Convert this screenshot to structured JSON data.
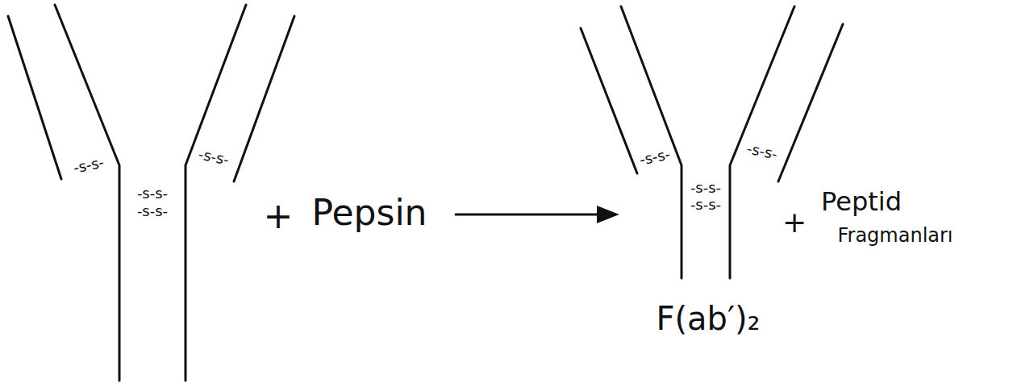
{
  "diagram": {
    "labels": [
      "-s-s-",
      "-s-s-",
      "-s-s-",
      "-s-s-",
      "+",
      "Pepsin",
      "-s-s-",
      "-s-s-",
      "-s-s-",
      "-s-s-",
      "F(ab′)₂",
      "+",
      "Peptid",
      "Fragmanları"
    ]
  }
}
